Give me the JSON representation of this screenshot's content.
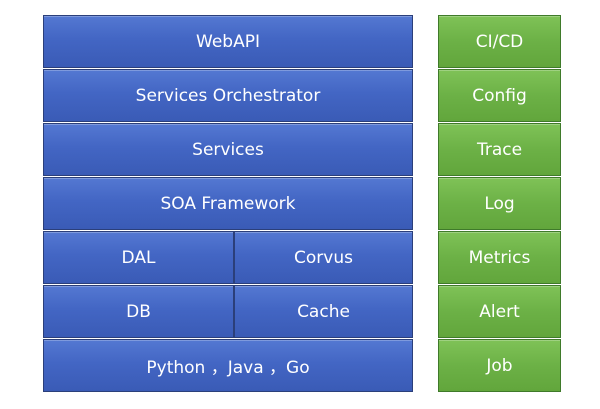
{
  "stack": {
    "webapi": "WebAPI",
    "services_orchestrator": "Services Orchestrator",
    "services": "Services",
    "soa_framework": "SOA Framework",
    "dal": "DAL",
    "corvus": "Corvus",
    "db": "DB",
    "cache": "Cache",
    "languages": "Python ，Java ，Go"
  },
  "side": {
    "items": [
      "CI/CD",
      "Config",
      "Trace",
      "Log",
      "Metrics",
      "Alert",
      "Job"
    ]
  },
  "colors": {
    "stack_blue": "#4366c4",
    "stack_border": "#2b3f7a",
    "side_green": "#6cb146",
    "side_border": "#3f7a2a"
  }
}
